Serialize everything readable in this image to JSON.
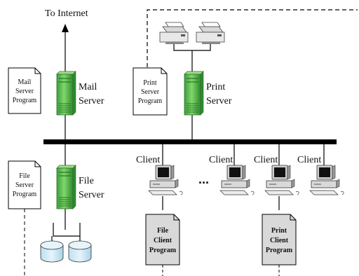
{
  "internet_label": "To Internet",
  "mail_server": {
    "label_1": "Mail",
    "label_2": "Server",
    "doc_lines": [
      "Mail",
      "Server",
      "Program"
    ]
  },
  "print_server": {
    "label_1": "Print",
    "label_2": "Server",
    "doc_lines": [
      "Print",
      "Server",
      "Program"
    ]
  },
  "file_server": {
    "label_1": "File",
    "label_2": "Server",
    "doc_lines": [
      "File",
      "Server",
      "Program"
    ]
  },
  "clients": [
    "Client",
    "Client",
    "Client",
    "Client"
  ],
  "ellipsis": "...",
  "file_client_doc": [
    "File",
    "Client",
    "Program"
  ],
  "print_client_doc": [
    "Print",
    "Client",
    "Program"
  ],
  "colors": {
    "server_green": "#66cc55",
    "server_dark": "#2f8a2f",
    "doc_gray": "#dedede",
    "disk_blue": "#cfe8f4",
    "bus": "#000000"
  }
}
